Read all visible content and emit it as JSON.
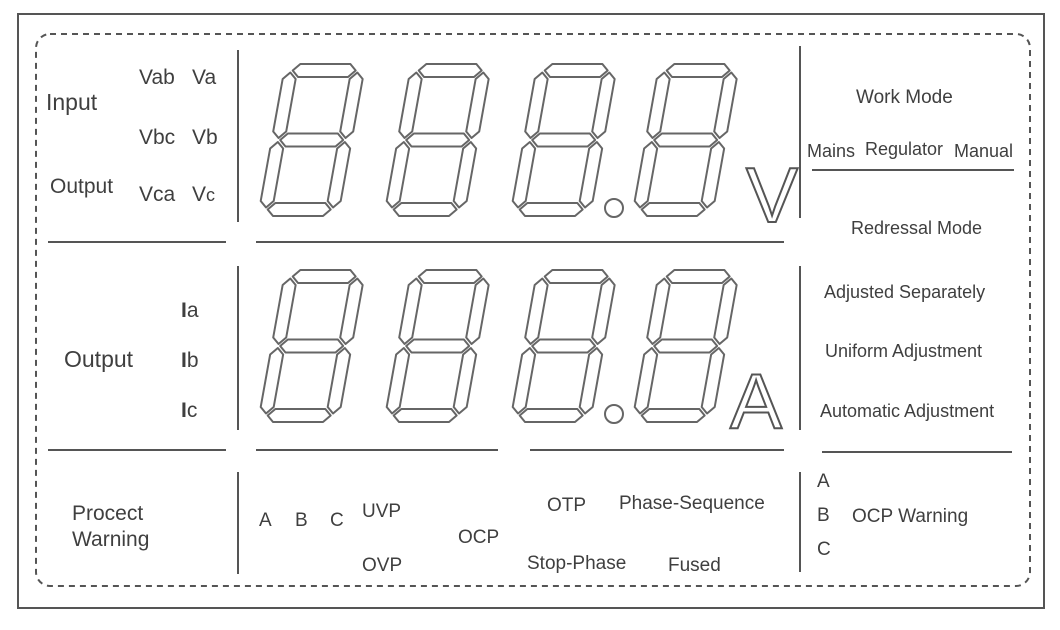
{
  "input_group": {
    "input_label": "Input",
    "output_label": "Output",
    "vab": "Vab",
    "va": "Va",
    "vbc": "Vbc",
    "vb": "Vb",
    "vca": "Vca",
    "vc_prefix": "V",
    "vc_suffix": "c"
  },
  "current_group": {
    "output_label": "Output",
    "ia_prefix": "I",
    "ia_suffix": "a",
    "ib_prefix": "I",
    "ib_suffix": "b",
    "ic_prefix": "I",
    "ic_suffix": "c"
  },
  "voltage_display": {
    "unit": "V",
    "digit_count": 4,
    "decimal_after_digit": 3
  },
  "current_display": {
    "unit": "A",
    "digit_count": 4,
    "decimal_after_digit": 3
  },
  "work_mode": {
    "title": "Work Mode",
    "mains": "Mains",
    "regulator": "Regulator",
    "manual": "Manual"
  },
  "redressal": {
    "title": "Redressal Mode",
    "adjusted_separately": "Adjusted Separately",
    "uniform_adjustment": "Uniform Adjustment",
    "automatic_adjustment": "Automatic Adjustment"
  },
  "warnings": {
    "protect_line1": "Procect",
    "protect_line2": "Warning",
    "a": "A",
    "b": "B",
    "c": "C",
    "uvp": "UVP",
    "ovp": "OVP",
    "ocp": "OCP",
    "otp": "OTP",
    "phase_sequence": "Phase-Sequence",
    "stop_phase": "Stop-Phase",
    "fused": "Fused"
  },
  "ocp_warning": {
    "a": "A",
    "b": "B",
    "c": "C",
    "label": "OCP Warning"
  },
  "colors": {
    "line": "#555555",
    "segment": "#666666",
    "text": "#3f3f3f"
  }
}
